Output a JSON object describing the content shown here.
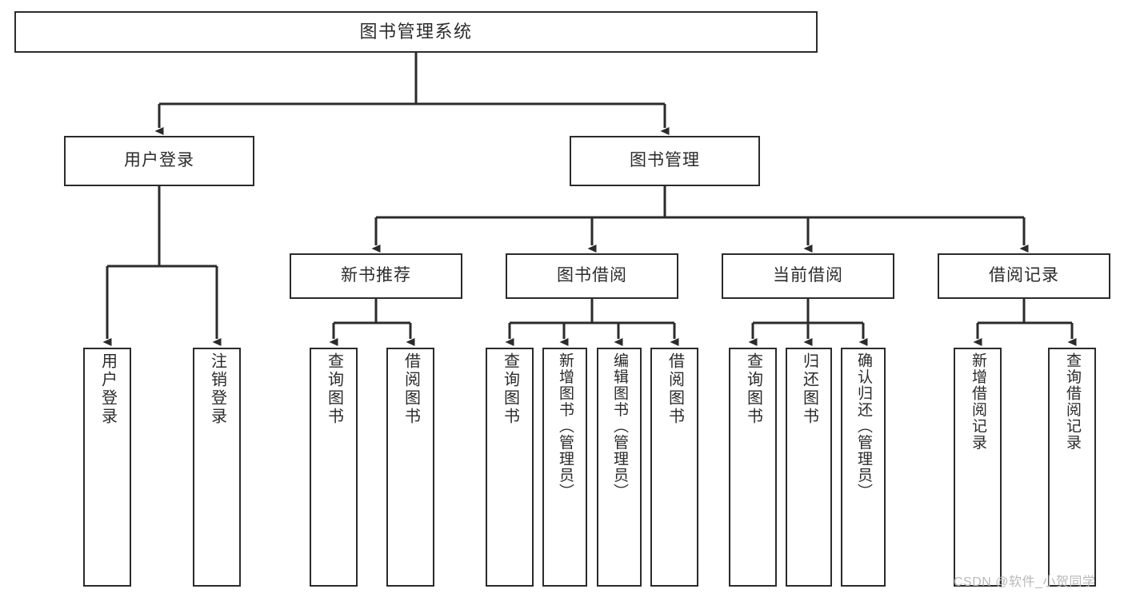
{
  "diagram": {
    "title": "图书管理系统",
    "type": "tree-hierarchy",
    "watermark": "CSDN @软件_小贺同学",
    "colors": {
      "stroke": "#2b2b2b",
      "fill": "#ffffff",
      "text": "#2b2b2b",
      "watermark": "#b9b9b9"
    },
    "root": {
      "label": "图书管理系统"
    },
    "level2": [
      {
        "label": "用户登录"
      },
      {
        "label": "图书管理"
      }
    ],
    "level3": [
      {
        "label": "新书推荐"
      },
      {
        "label": "图书借阅"
      },
      {
        "label": "当前借阅"
      },
      {
        "label": "借阅记录"
      }
    ],
    "leaves": {
      "user_login": [
        {
          "label": "用户登录"
        },
        {
          "label": "注销登录"
        }
      ],
      "new_book": [
        {
          "label": "查询图书"
        },
        {
          "label": "借阅图书"
        }
      ],
      "book_borrow": [
        {
          "label": "查询图书"
        },
        {
          "label": "新增图书（管理员）"
        },
        {
          "label": "编辑图书（管理员）"
        },
        {
          "label": "借阅图书"
        }
      ],
      "current_borrow": [
        {
          "label": "查询图书"
        },
        {
          "label": "归还图书"
        },
        {
          "label": "确认归还（管理员）"
        }
      ],
      "borrow_record": [
        {
          "label": "新增借阅记录"
        },
        {
          "label": "查询借阅记录"
        }
      ]
    }
  }
}
